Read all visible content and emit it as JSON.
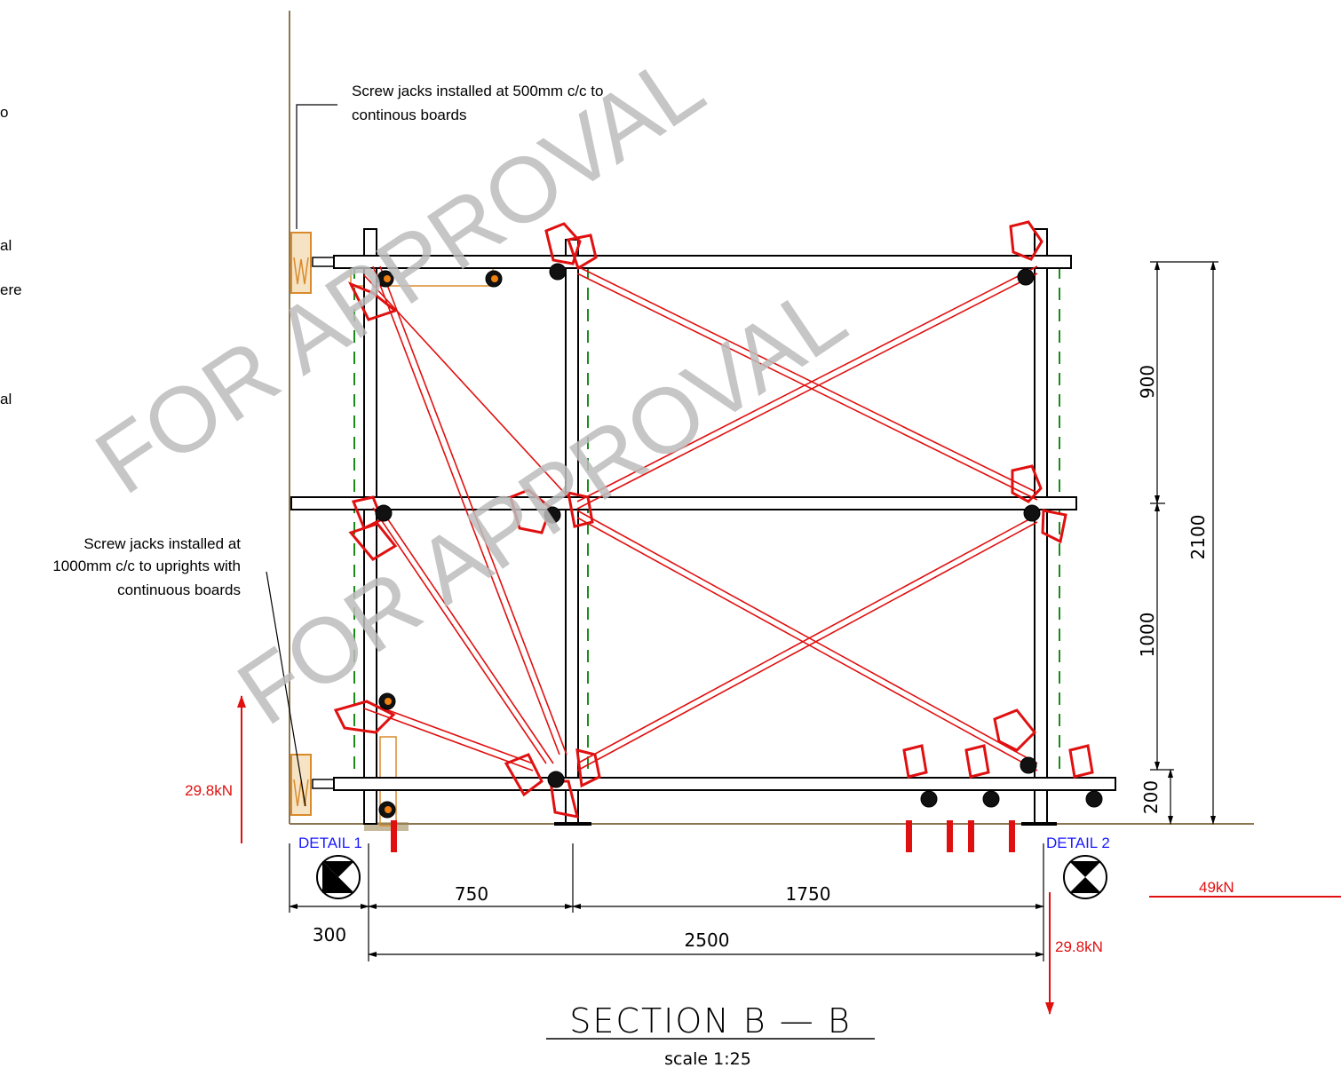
{
  "annotations": {
    "jacks_top_line1": "Screw jacks installed at 500mm c/c to",
    "jacks_top_line2": "continous boards",
    "jacks_mid_line1": "Screw jacks installed at",
    "jacks_mid_line2": "1000mm c/c to uprights with",
    "jacks_mid_line3": "continuous boards",
    "cut_fragment_1": "o",
    "cut_fragment_2": "al",
    "cut_fragment_3": "ere",
    "cut_fragment_4": "al"
  },
  "details": {
    "detail_1": "DETAIL 1",
    "detail_2": "DETAIL 2"
  },
  "loads": {
    "left_vertical": "29.8kN",
    "right_vertical": "29.8kN",
    "right_horizontal": "49kN"
  },
  "dimensions": {
    "horizontal": [
      "300",
      "750",
      "1750",
      "2500"
    ],
    "vertical": [
      "900",
      "1000",
      "200",
      "2100"
    ]
  },
  "title": {
    "section": "SECTION  B  —  B",
    "scale": "scale 1:25"
  },
  "watermark": "FOR APPROVAL",
  "colors": {
    "frame": "#000000",
    "bracing": "#e01010",
    "load_text": "#e01010",
    "detail_text": "#1a1aff",
    "board": "#d98a2b",
    "guide_dash": "#1a8a1a",
    "wall": "#8b7650",
    "watermark": "#bdbdbd"
  }
}
